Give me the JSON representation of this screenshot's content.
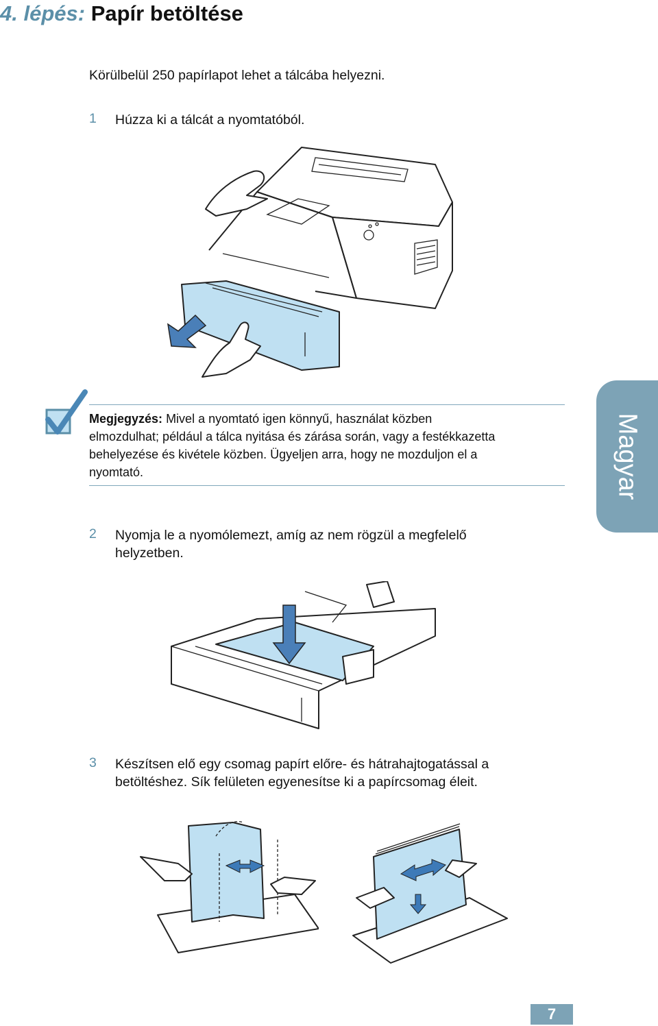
{
  "heading": {
    "step": "4. lépés:",
    "title": "Papír betöltése"
  },
  "intro": "Körülbelül 250 papírlapot lehet a tálcába helyezni.",
  "steps": [
    {
      "num": "1",
      "lines": [
        "Húzza ki a tálcát a nyomtatóból."
      ]
    },
    {
      "num": "2",
      "lines": [
        "Nyomja le a nyomólemezt, amíg az nem rögzül a megfelelő",
        "helyzetben."
      ]
    },
    {
      "num": "3",
      "lines": [
        "Készítsen elő egy csomag papírt előre- és hátrahajtogatással a",
        "betöltéshez. Sík felületen egyenesítse ki a papírcsomag éleit."
      ]
    }
  ],
  "note": {
    "label": "Megjegyzés:",
    "lines": [
      "Mivel a nyomtató igen könnyű, használat közben",
      "elmozdulhat; például a tálca nyitása és zárása során, vagy a festékkazetta",
      "behelyezése és kivétele közben. Ügyeljen arra, hogy ne mozduljon el a",
      "nyomtató."
    ]
  },
  "side_tab": "Magyar",
  "page_number": "7",
  "colors": {
    "accent": "#5b8fa8",
    "tab": "#7da3b6",
    "illustration_blue": "#bfe0f2"
  },
  "icons": [
    "note-check-icon",
    "arrow-pull-icon",
    "arrow-down-icon",
    "arrow-flex-icon"
  ]
}
